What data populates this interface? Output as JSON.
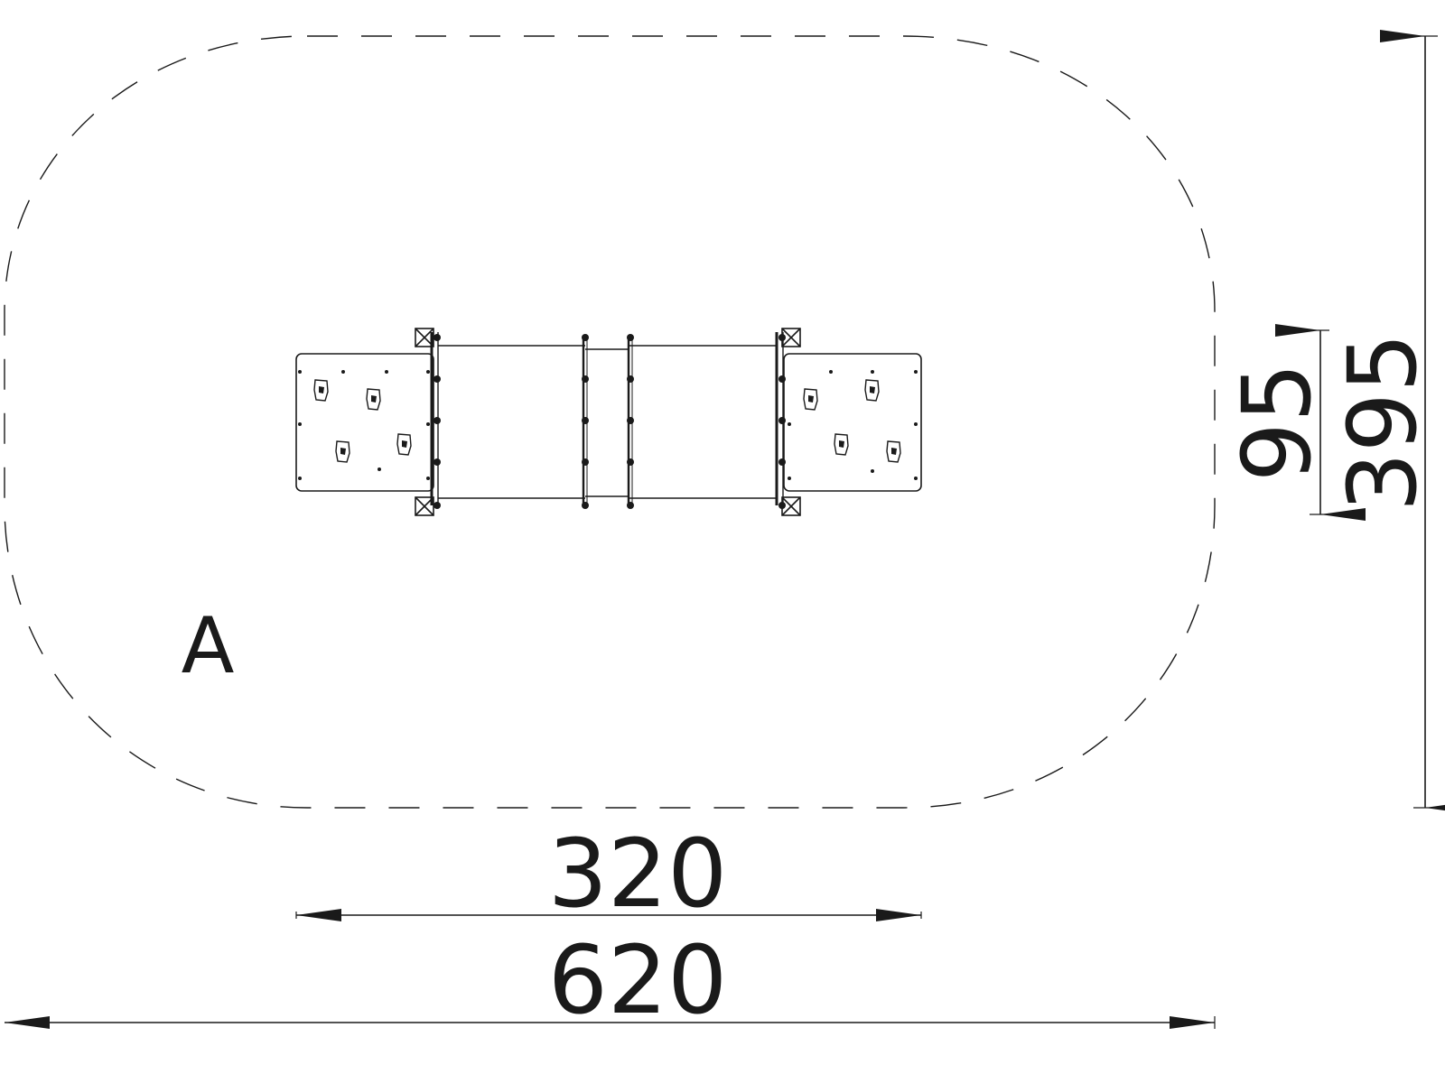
{
  "zone_label": "A",
  "dimensions": {
    "equipment_length": "320",
    "zone_length": "620",
    "equipment_width": "95",
    "zone_width": "395"
  },
  "colors": {
    "line": "#1a1a1a",
    "background": "#ffffff"
  }
}
